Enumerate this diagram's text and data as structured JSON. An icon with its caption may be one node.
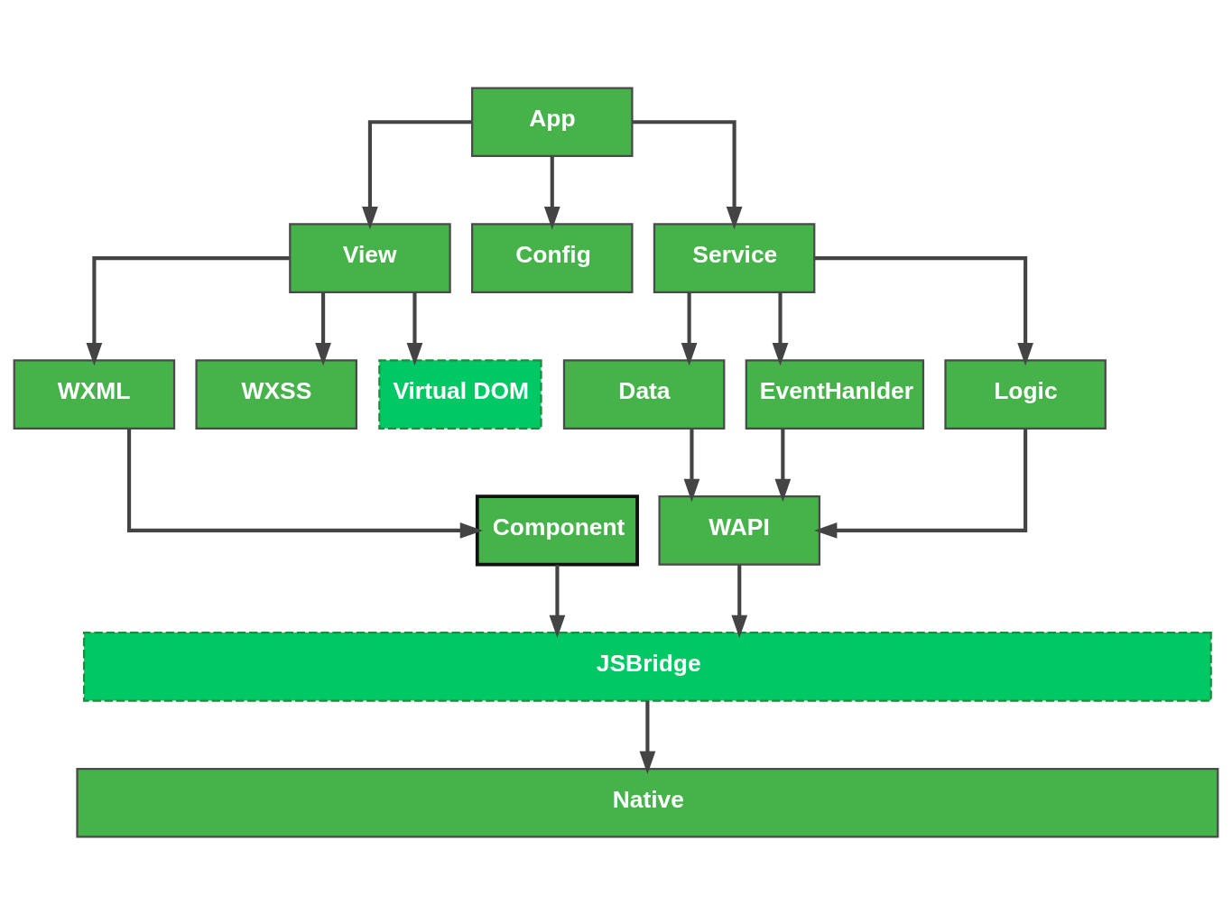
{
  "diagram": {
    "nodes": [
      {
        "text": [
          "App"
        ]
      },
      {
        "text": [
          "View"
        ]
      },
      {
        "text": [
          "Config"
        ]
      },
      {
        "text": [
          "Service"
        ]
      },
      {
        "text": [
          "WXML"
        ]
      },
      {
        "text": [
          "WXSS"
        ]
      },
      {
        "text": [
          "Virtual DOM"
        ]
      },
      {
        "text": [
          "Data"
        ]
      },
      {
        "text": [
          "EventHanlder"
        ]
      },
      {
        "text": [
          "Logic"
        ]
      },
      {
        "text": [
          "Component"
        ]
      },
      {
        "text": [
          "WAPI"
        ]
      },
      {
        "text": [
          "JSBridge"
        ]
      },
      {
        "text": [
          "Native"
        ]
      }
    ],
    "edges": [
      {
        "from": 0,
        "to": 1,
        "arrow": "to"
      },
      {
        "from": 0,
        "to": 2,
        "arrow": "to"
      },
      {
        "from": 0,
        "to": 3,
        "arrow": "to"
      },
      {
        "from": 1,
        "to": 4,
        "arrow": "to"
      },
      {
        "from": 1,
        "to": 5,
        "arrow": "to"
      },
      {
        "from": 1,
        "to": 6,
        "arrow": "to"
      },
      {
        "from": 3,
        "to": 7,
        "arrow": "to"
      },
      {
        "from": 3,
        "to": 8,
        "arrow": "to"
      },
      {
        "from": 3,
        "to": 9,
        "arrow": "to"
      },
      {
        "from": 4,
        "to": 10,
        "arrow": "to"
      },
      {
        "from": 7,
        "to": 11,
        "arrow": "to"
      },
      {
        "from": 8,
        "to": 11,
        "arrow": "to"
      },
      {
        "from": 9,
        "to": 11,
        "arrow": "to"
      },
      {
        "from": 10,
        "to": 12,
        "arrow": "to"
      },
      {
        "from": 11,
        "to": 12,
        "arrow": "to"
      },
      {
        "from": 12,
        "to": 13,
        "arrow": "to"
      }
    ]
  }
}
